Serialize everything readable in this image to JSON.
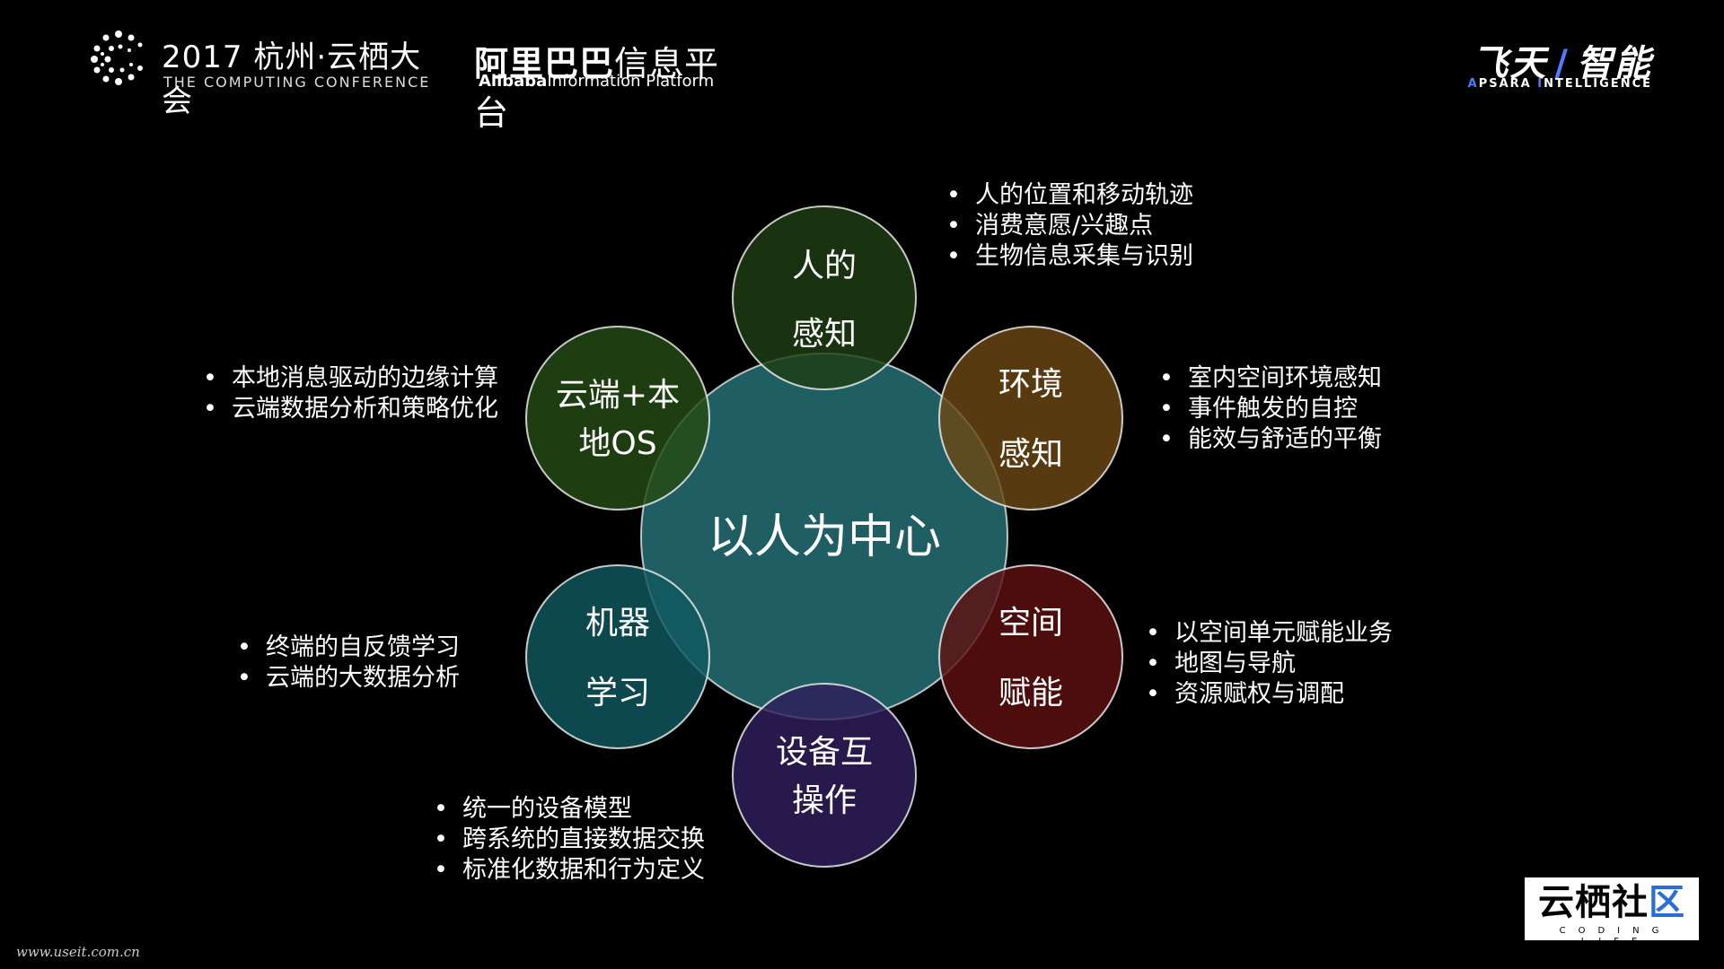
{
  "header": {
    "conference_title": "2017 杭州·云栖大会",
    "conference_subtitle": "THE COMPUTING CONFERENCE",
    "alibaba_bold": "阿里巴巴",
    "alibaba_light": "信息平台",
    "alibaba_en_bold": "Alibaba",
    "alibaba_en_light": "Information Platform",
    "apsara_cn_left": "飞天",
    "apsara_cn_slash": "/",
    "apsara_cn_right": "智能",
    "apsara_en_a": "A",
    "apsara_en_psara": "PSARA ",
    "apsara_en_i": "I",
    "apsara_en_ntelligence": "NTELLIGENCE"
  },
  "diagram": {
    "center": {
      "label": "以人为中心",
      "color": "#1f5f63"
    },
    "nodes": [
      {
        "id": "person",
        "lines": [
          "人的",
          "感知"
        ],
        "color": "#1f3d12"
      },
      {
        "id": "environment",
        "lines": [
          "环境",
          "感知"
        ],
        "color": "#6b4713"
      },
      {
        "id": "space",
        "lines": [
          "空间",
          "赋能"
        ],
        "color": "#5e1010"
      },
      {
        "id": "device",
        "lines": [
          "设备互",
          "操作"
        ],
        "color": "#2f1f5c"
      },
      {
        "id": "ml",
        "lines": [
          "机器",
          "学习"
        ],
        "color": "#10585f"
      },
      {
        "id": "cloud",
        "lines": [
          "云端+本",
          "地OS"
        ],
        "color": "#244a14"
      }
    ]
  },
  "bullets": {
    "person": [
      "人的位置和移动轨迹",
      "消费意愿/兴趣点",
      "生物信息采集与识别"
    ],
    "environment": [
      "室内空间环境感知",
      "事件触发的自控",
      "能效与舒适的平衡"
    ],
    "space": [
      "以空间单元赋能业务",
      "地图与导航",
      "资源赋权与调配"
    ],
    "device": [
      "统一的设备模型",
      "跨系统的直接数据交换",
      "标准化数据和行为定义"
    ],
    "ml": [
      "终端的自反馈学习",
      "云端的大数据分析"
    ],
    "cloud": [
      "本地消息驱动的边缘计算",
      "云端数据分析和策略优化"
    ]
  },
  "footer": {
    "watermark": "www.useit.com.cn",
    "community_cn_left": "云栖社",
    "community_cn_right": "区",
    "community_en": "CODING LIFE"
  }
}
